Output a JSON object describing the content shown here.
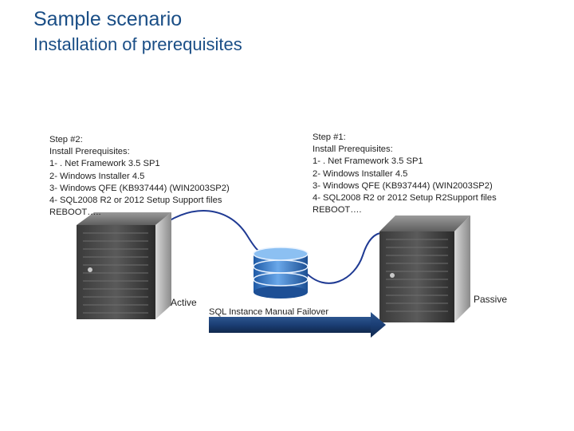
{
  "slide": {
    "title": "Sample scenario",
    "subtitle": "Installation of prerequisites"
  },
  "step2": {
    "lines": [
      "Step #2:",
      "Install Prerequisites:",
      "1- . Net Framework 3.5 SP1",
      "2- Windows Installer 4.5",
      "3- Windows QFE (KB937444) (WIN2003SP2)",
      "4- SQL2008 R2 or 2012 Setup Support files",
      "REBOOT….."
    ]
  },
  "step1": {
    "lines": [
      "Step #1:",
      "Install Prerequisites:",
      "1- . Net Framework 3.5 SP1",
      "2- Windows Installer 4.5",
      "3- Windows QFE (KB937444) (WIN2003SP2)",
      "4- SQL2008 R2 or 2012  Setup R2Support files",
      "REBOOT…."
    ]
  },
  "labels": {
    "active": "Active",
    "passive": "Passive",
    "failover": "SQL Instance Manual Failover"
  },
  "icons": {
    "left_server": "server-tower-icon",
    "right_server": "server-tower-icon",
    "database": "database-icon",
    "arrow": "arrow-right-icon"
  },
  "colors": {
    "title": "#1a4e86",
    "connector": "#1f3a93",
    "arrow": "#1a3c78",
    "database": "#3b7fd0"
  }
}
